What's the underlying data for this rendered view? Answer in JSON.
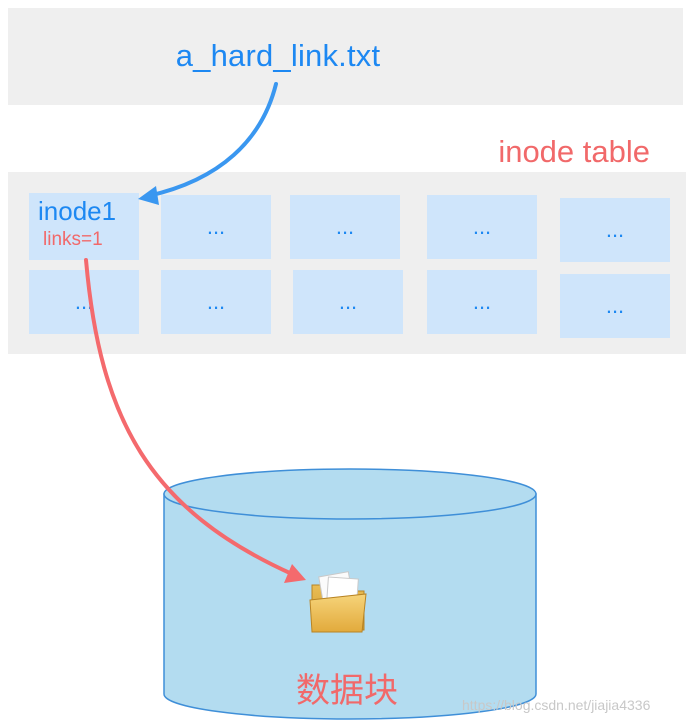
{
  "file": {
    "name": "a_hard_link.txt"
  },
  "inode_table": {
    "label": "inode table",
    "first_cell": {
      "name": "inode1",
      "links": "links=1"
    },
    "placeholder": "...",
    "cell_count": 10
  },
  "data_store": {
    "label": "数据块",
    "icon": "folder-icon"
  },
  "watermark": "https://blog.csdn.net/jiajia4336",
  "colors": {
    "blue": "#1d88f2",
    "red": "#f1696a",
    "cell": "#cfe5fb",
    "panel": "#efefef",
    "cylinder": "#b3dcf0"
  }
}
